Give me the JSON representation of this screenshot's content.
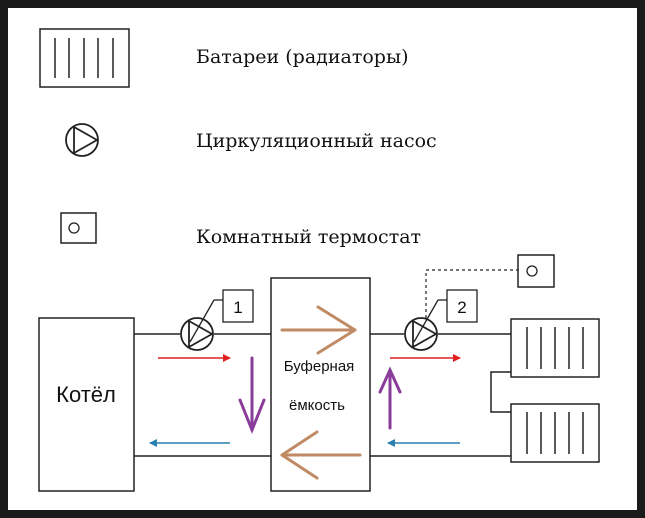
{
  "legend": {
    "radiator_label": "Батареи (радиаторы)",
    "pump_label": "Циркуляционный насос",
    "thermostat_label": "Комнатный термостат"
  },
  "diagram": {
    "boiler_label": "Котёл",
    "buffer_label_line1": "Буферная",
    "buffer_label_line2": "ёмкость",
    "pump1_number": "1",
    "pump2_number": "2"
  },
  "colors": {
    "background": "#ffffff",
    "frame": "#1a1a1a",
    "line": "#222222",
    "flow_hot": "#e02020",
    "flow_cold": "#2a7fb0",
    "buffer_arrow": "#c08a65",
    "pump_arrow": "#8a3c9a"
  }
}
